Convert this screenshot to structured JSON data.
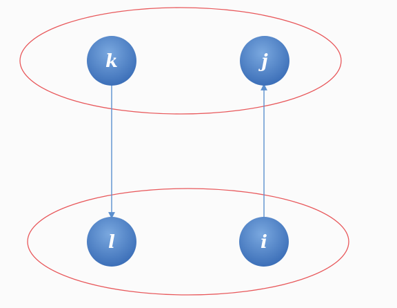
{
  "diagram": {
    "nodes": [
      {
        "id": "k",
        "label": "k"
      },
      {
        "id": "j",
        "label": "j"
      },
      {
        "id": "l",
        "label": "l"
      },
      {
        "id": "i",
        "label": "i"
      }
    ],
    "edges": [
      {
        "from": "k",
        "to": "l"
      },
      {
        "from": "i",
        "to": "j"
      }
    ],
    "groups": [
      {
        "members": [
          "k",
          "j"
        ]
      },
      {
        "members": [
          "l",
          "i"
        ]
      }
    ],
    "colors": {
      "node_fill_top": "#6f9fd8",
      "node_fill_bottom": "#3f74bd",
      "edge": "#5b8fce",
      "group_outline": "#e8575a",
      "background": "#fbfbfb"
    }
  }
}
